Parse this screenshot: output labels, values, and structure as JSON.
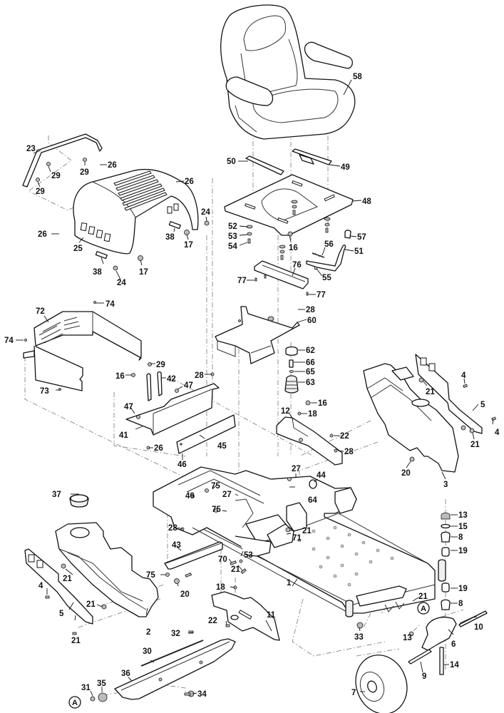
{
  "diagram": {
    "title": "Exploded parts diagram - zero-turn mower chassis, seat and body panels",
    "reference_marker": "A",
    "callouts": [
      {
        "id": "c58",
        "label": "58",
        "part": "seat"
      },
      {
        "id": "c50",
        "label": "50",
        "part": "seat-rail-left"
      },
      {
        "id": "c49",
        "label": "49",
        "part": "seat-rail-right"
      },
      {
        "id": "c48",
        "label": "48",
        "part": "seat-pan-plate"
      },
      {
        "id": "c52",
        "label": "52",
        "part": "washer"
      },
      {
        "id": "c53a",
        "label": "53",
        "part": "washer"
      },
      {
        "id": "c54",
        "label": "54",
        "part": "bolt"
      },
      {
        "id": "c16a",
        "label": "16",
        "part": "nut"
      },
      {
        "id": "c57",
        "label": "57",
        "part": "grip"
      },
      {
        "id": "c56",
        "label": "56",
        "part": "spring"
      },
      {
        "id": "c51",
        "label": "51",
        "part": "seat-adjust-lever"
      },
      {
        "id": "c55",
        "label": "55",
        "part": "pin"
      },
      {
        "id": "c76",
        "label": "76",
        "part": "seat-slide-channel"
      },
      {
        "id": "c77a",
        "label": "77",
        "part": "screw"
      },
      {
        "id": "c77b",
        "label": "77",
        "part": "screw"
      },
      {
        "id": "c28a",
        "label": "28",
        "part": "screw"
      },
      {
        "id": "c60",
        "label": "60",
        "part": "seat-mount-bracket"
      },
      {
        "id": "c62",
        "label": "62",
        "part": "bumper-cap"
      },
      {
        "id": "c66",
        "label": "66",
        "part": "spacer"
      },
      {
        "id": "c65",
        "label": "65",
        "part": "washer"
      },
      {
        "id": "c63",
        "label": "63",
        "part": "spring-bellows"
      },
      {
        "id": "c23",
        "label": "23",
        "part": "hood-support-bracket"
      },
      {
        "id": "c29a",
        "label": "29",
        "part": "nut"
      },
      {
        "id": "c29b",
        "label": "29",
        "part": "nut"
      },
      {
        "id": "c29c",
        "label": "29",
        "part": "nut"
      },
      {
        "id": "c26a",
        "label": "26",
        "part": "screw"
      },
      {
        "id": "c26b",
        "label": "26",
        "part": "screw"
      },
      {
        "id": "c26c",
        "label": "26",
        "part": "screw"
      },
      {
        "id": "c25",
        "label": "25",
        "part": "engine-hood"
      },
      {
        "id": "c24a",
        "label": "24",
        "part": "washer"
      },
      {
        "id": "c24b",
        "label": "24",
        "part": "washer"
      },
      {
        "id": "c38a",
        "label": "38",
        "part": "bumper-strip"
      },
      {
        "id": "c38b",
        "label": "38",
        "part": "bumper-strip"
      },
      {
        "id": "c17a",
        "label": "17",
        "part": "nut"
      },
      {
        "id": "c17b",
        "label": "17",
        "part": "nut"
      },
      {
        "id": "c72",
        "label": "72",
        "part": "rear-grille-shield"
      },
      {
        "id": "c74a",
        "label": "74",
        "part": "screw"
      },
      {
        "id": "c74b",
        "label": "74",
        "part": "screw"
      },
      {
        "id": "c73",
        "label": "73",
        "part": "screw"
      },
      {
        "id": "c16b",
        "label": "16",
        "part": "nut"
      },
      {
        "id": "c29d",
        "label": "29",
        "part": "nut"
      },
      {
        "id": "c42",
        "label": "42",
        "part": "strap"
      },
      {
        "id": "c28b",
        "label": "28",
        "part": "screw"
      },
      {
        "id": "c47a",
        "label": "47",
        "part": "nut"
      },
      {
        "id": "c47b",
        "label": "47",
        "part": "nut"
      },
      {
        "id": "c41",
        "label": "41",
        "part": "battery-tray"
      },
      {
        "id": "c26d",
        "label": "26",
        "part": "screw"
      },
      {
        "id": "c45",
        "label": "45",
        "part": "panel"
      },
      {
        "id": "c46",
        "label": "46",
        "part": "panel-bracket"
      },
      {
        "id": "c12",
        "label": "12",
        "part": "control-bracket"
      },
      {
        "id": "c16c",
        "label": "16",
        "part": "nut"
      },
      {
        "id": "c18a",
        "label": "18",
        "part": "screw"
      },
      {
        "id": "c22a",
        "label": "22",
        "part": "screw"
      },
      {
        "id": "c28c",
        "label": "28",
        "part": "screw"
      },
      {
        "id": "c27a",
        "label": "27",
        "part": "nut"
      },
      {
        "id": "c44",
        "label": "44",
        "part": "grommet"
      },
      {
        "id": "c4a",
        "label": "4",
        "part": "screw"
      },
      {
        "id": "c4b",
        "label": "4",
        "part": "screw"
      },
      {
        "id": "c5a",
        "label": "5",
        "part": "side-plate-right"
      },
      {
        "id": "c21a",
        "label": "21",
        "part": "nut"
      },
      {
        "id": "c21b",
        "label": "21",
        "part": "nut"
      },
      {
        "id": "c20a",
        "label": "20",
        "part": "nut"
      },
      {
        "id": "c3",
        "label": "3",
        "part": "right-fender"
      },
      {
        "id": "c37",
        "label": "37",
        "part": "cup-holder"
      },
      {
        "id": "c40",
        "label": "40",
        "part": "bolt"
      },
      {
        "id": "c75a",
        "label": "75",
        "part": "nut"
      },
      {
        "id": "c27b",
        "label": "27",
        "part": "nut"
      },
      {
        "id": "c75b",
        "label": "75",
        "part": "nut"
      },
      {
        "id": "c64",
        "label": "64",
        "part": "cross-member"
      },
      {
        "id": "c28d",
        "label": "28",
        "part": "screw"
      },
      {
        "id": "c21c",
        "label": "21",
        "part": "nut"
      },
      {
        "id": "c71",
        "label": "71",
        "part": "bushing"
      },
      {
        "id": "c43",
        "label": "43",
        "part": "angle-bracket"
      },
      {
        "id": "c70",
        "label": "70",
        "part": "bolt"
      },
      {
        "id": "c53b",
        "label": "53",
        "part": "washer"
      },
      {
        "id": "c21d",
        "label": "21",
        "part": "nut"
      },
      {
        "id": "c75c",
        "label": "75",
        "part": "nut"
      },
      {
        "id": "c20b",
        "label": "20",
        "part": "nut"
      },
      {
        "id": "c1",
        "label": "1",
        "part": "main-frame"
      },
      {
        "id": "c21e",
        "label": "21",
        "part": "nut"
      },
      {
        "id": "c21f",
        "label": "21",
        "part": "nut"
      },
      {
        "id": "c4c",
        "label": "4",
        "part": "screw"
      },
      {
        "id": "c5b",
        "label": "5",
        "part": "side-plate-left"
      },
      {
        "id": "c21g",
        "label": "21",
        "part": "nut"
      },
      {
        "id": "c2",
        "label": "2",
        "part": "left-fender"
      },
      {
        "id": "c18b",
        "label": "18",
        "part": "screw"
      },
      {
        "id": "c22b",
        "label": "22",
        "part": "screw"
      },
      {
        "id": "c11",
        "label": "11",
        "part": "foot-rest-bracket"
      },
      {
        "id": "c32",
        "label": "32",
        "part": "screw"
      },
      {
        "id": "c30",
        "label": "30",
        "part": "trim-strip"
      },
      {
        "id": "c36",
        "label": "36",
        "part": "front-bumper"
      },
      {
        "id": "c31",
        "label": "31",
        "part": "nut"
      },
      {
        "id": "c35",
        "label": "35",
        "part": "washer"
      },
      {
        "id": "c34",
        "label": "34",
        "part": "bolt"
      },
      {
        "id": "c33",
        "label": "33",
        "part": "nut"
      },
      {
        "id": "c13a",
        "label": "13",
        "part": "nut"
      },
      {
        "id": "c15",
        "label": "15",
        "part": "washer"
      },
      {
        "id": "c8a",
        "label": "8",
        "part": "bearing"
      },
      {
        "id": "c19a",
        "label": "19",
        "part": "spacer"
      },
      {
        "id": "c19b",
        "label": "19",
        "part": "spacer"
      },
      {
        "id": "c8b",
        "label": "8",
        "part": "bearing"
      },
      {
        "id": "c21h",
        "label": "21",
        "part": "nut"
      },
      {
        "id": "c10",
        "label": "10",
        "part": "axle-bolt"
      },
      {
        "id": "c6",
        "label": "6",
        "part": "caster-fork"
      },
      {
        "id": "c13b",
        "label": "13",
        "part": "nut"
      },
      {
        "id": "c9",
        "label": "9",
        "part": "spacer-tube"
      },
      {
        "id": "c14",
        "label": "14",
        "part": "bolt"
      },
      {
        "id": "c7",
        "label": "7",
        "part": "caster-wheel"
      }
    ]
  }
}
